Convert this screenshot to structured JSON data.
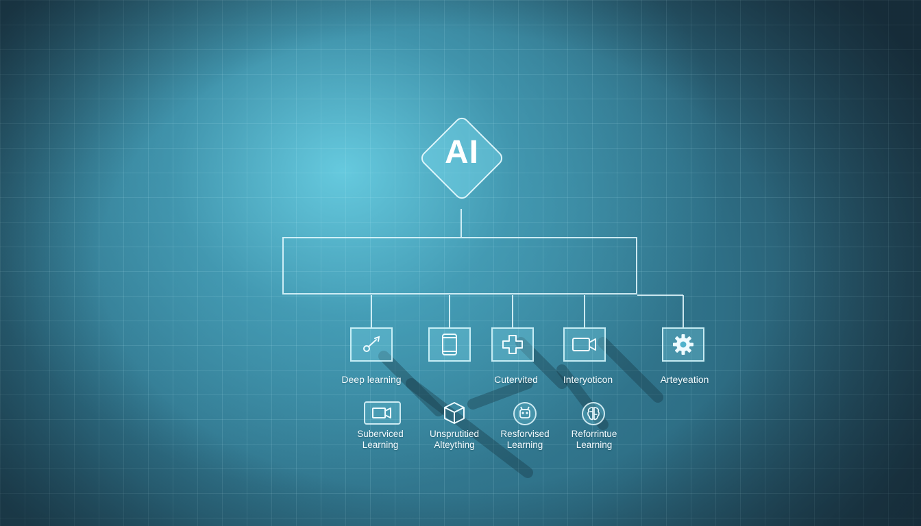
{
  "root": {
    "label": "AI"
  },
  "top_row": [
    {
      "label": "Deep learning",
      "icon": "wrench-icon"
    },
    {
      "label": "",
      "icon": "tablet-icon"
    },
    {
      "label": "Cutervited",
      "icon": "puzzle-icon"
    },
    {
      "label": "Interyoticon",
      "icon": "video-camera-icon"
    },
    {
      "label": "Arteyeation",
      "icon": "gear-icon"
    }
  ],
  "bottom_row": [
    {
      "line1": "Suberviced",
      "line2": "Learning",
      "icon": "video-camera-icon"
    },
    {
      "line1": "Unsprutitied",
      "line2": "Alteything",
      "icon": "cube-icon"
    },
    {
      "line1": "Resforvised",
      "line2": "Learning",
      "icon": "robot-icon"
    },
    {
      "line1": "Reforrintue",
      "line2": "Learning",
      "icon": "brain-icon"
    }
  ],
  "colors": {
    "line": "#e6faff",
    "accent": "#5cc8e0"
  }
}
